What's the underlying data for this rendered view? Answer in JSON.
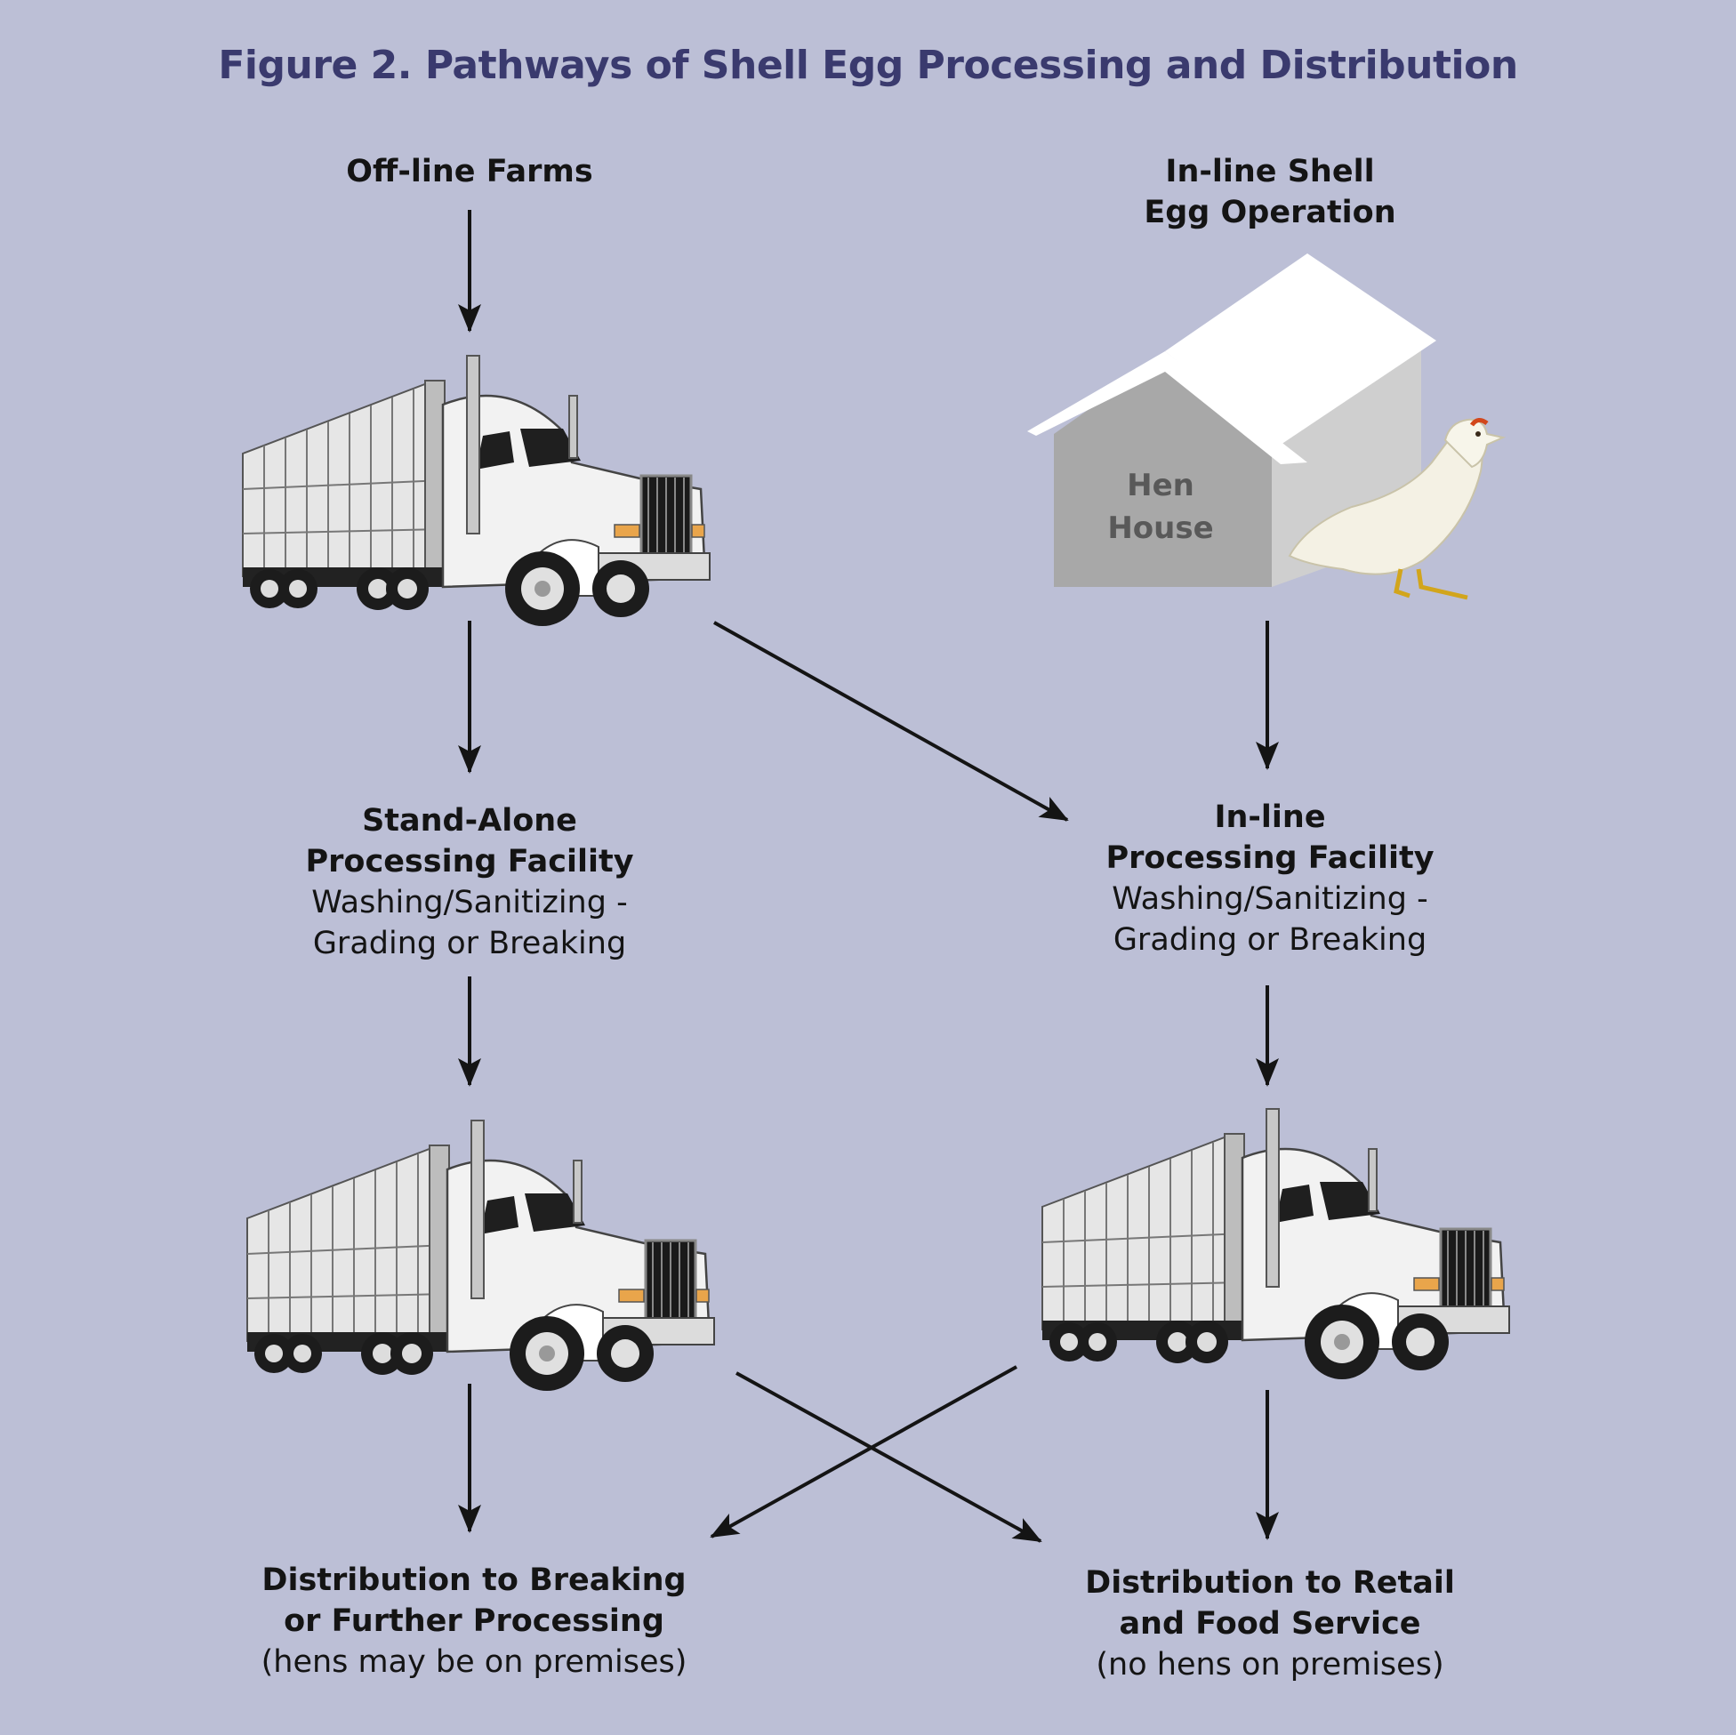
{
  "title": "Figure 2. Pathways of Shell Egg Processing and Distribution",
  "nodes": {
    "offline_farms": {
      "line1": "Off-line Farms"
    },
    "inline_operation": {
      "line1": "In-line Shell",
      "line2": "Egg Operation"
    },
    "hen_house": {
      "line1": "Hen",
      "line2": "House"
    },
    "standalone_facility": {
      "line1": "Stand-Alone",
      "line2": "Processing Facility",
      "line3": "Washing/Sanitizing -",
      "line4": "Grading or Breaking"
    },
    "inline_facility": {
      "line1": "In-line",
      "line2": "Processing Facility",
      "line3": "Washing/Sanitizing -",
      "line4": "Grading or Breaking"
    },
    "dist_breaking": {
      "line1": "Distribution to Breaking",
      "line2": "or Further Processing",
      "line3": "(hens may be on premises)"
    },
    "dist_retail": {
      "line1": "Distribution to Retail",
      "line2": "and Food Service",
      "line3": "(no hens on premises)"
    }
  },
  "colors": {
    "background": "#bcbfd6",
    "title": "#3a3a6e",
    "arrow": "#141414",
    "house_front": "#a8a8a8",
    "house_side": "#cfcfcf",
    "roof": "#ffffff"
  },
  "icons": [
    "truck-icon",
    "hen-house-icon",
    "hen-icon"
  ]
}
